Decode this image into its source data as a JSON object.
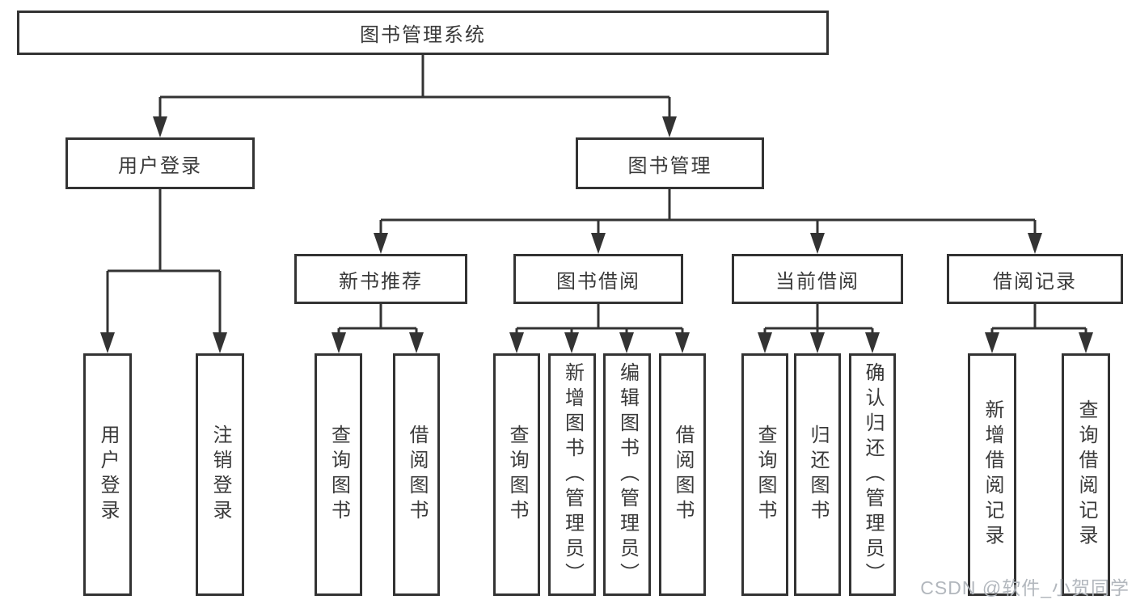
{
  "tree": {
    "label": "图书管理系统",
    "children": [
      {
        "label": "用户登录",
        "children": [
          {
            "label": "用户登录"
          },
          {
            "label": "注销登录"
          }
        ]
      },
      {
        "label": "图书管理",
        "children": [
          {
            "label": "新书推荐",
            "children": [
              {
                "label": "查询图书"
              },
              {
                "label": "借阅图书"
              }
            ]
          },
          {
            "label": "图书借阅",
            "children": [
              {
                "label": "查询图书"
              },
              {
                "label": "新增图书（管理员）"
              },
              {
                "label": "编辑图书（管理员）"
              },
              {
                "label": "借阅图书"
              }
            ]
          },
          {
            "label": "当前借阅",
            "children": [
              {
                "label": "查询图书"
              },
              {
                "label": "归还图书"
              },
              {
                "label": "确认归还（管理员）"
              }
            ]
          },
          {
            "label": "借阅记录",
            "children": [
              {
                "label": "新增借阅记录"
              },
              {
                "label": "查询借阅记录"
              }
            ]
          }
        ]
      }
    ]
  },
  "watermark": {
    "text": "CSDN @软件_小贺同学",
    "color": "#b2b7bd"
  },
  "colors": {
    "line": "#333333",
    "text": "#3a3a3a",
    "background": "#ffffff"
  }
}
